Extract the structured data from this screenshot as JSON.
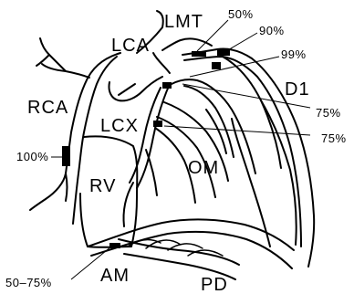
{
  "labels": {
    "lmt": "LMT",
    "lca": "LCA",
    "rca": "RCA",
    "lcx": "LCX",
    "d1": "D1",
    "om": "OM",
    "rv": "RV",
    "am": "AM",
    "pd": "PD"
  },
  "stenoses": {
    "lmt": "50%",
    "prox_lad": "90%",
    "lad_d1": "99%",
    "lcx_prox": "75%",
    "lcx_om": "75%",
    "rca": "100%",
    "am": "50–75%"
  }
}
